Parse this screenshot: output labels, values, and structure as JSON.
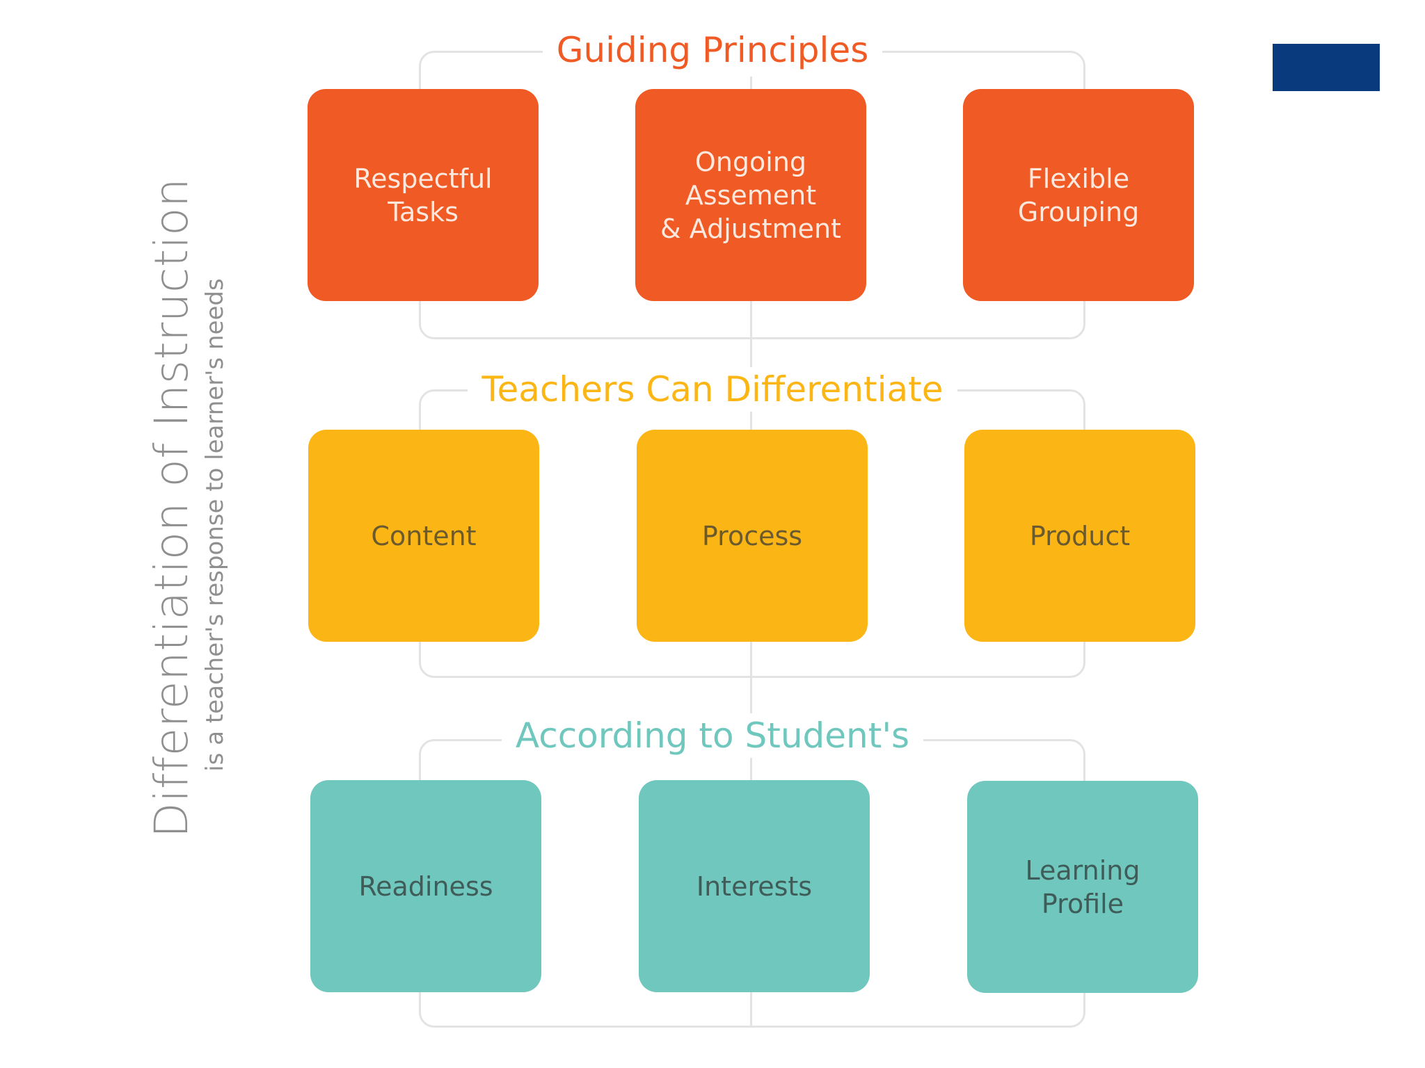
{
  "side_title": {
    "main": "Differentiation of Instruction",
    "sub": "is a teacher's response to learner's needs"
  },
  "colors": {
    "orange": "#f05a25",
    "yellow": "#fbb616",
    "teal": "#6fc7bd",
    "accent": "#083a7d",
    "connector": "#e3e3e3"
  },
  "sections": [
    {
      "title": "Guiding Principles",
      "items": [
        "Respectful\nTasks",
        "Ongoing\nAssement\n& Adjustment",
        "Flexible\nGrouping"
      ]
    },
    {
      "title": "Teachers Can Differentiate",
      "items": [
        "Content",
        "Process",
        "Product"
      ]
    },
    {
      "title": "According to Student's",
      "items": [
        "Readiness",
        "Interests",
        "Learning\nProfile"
      ]
    }
  ]
}
